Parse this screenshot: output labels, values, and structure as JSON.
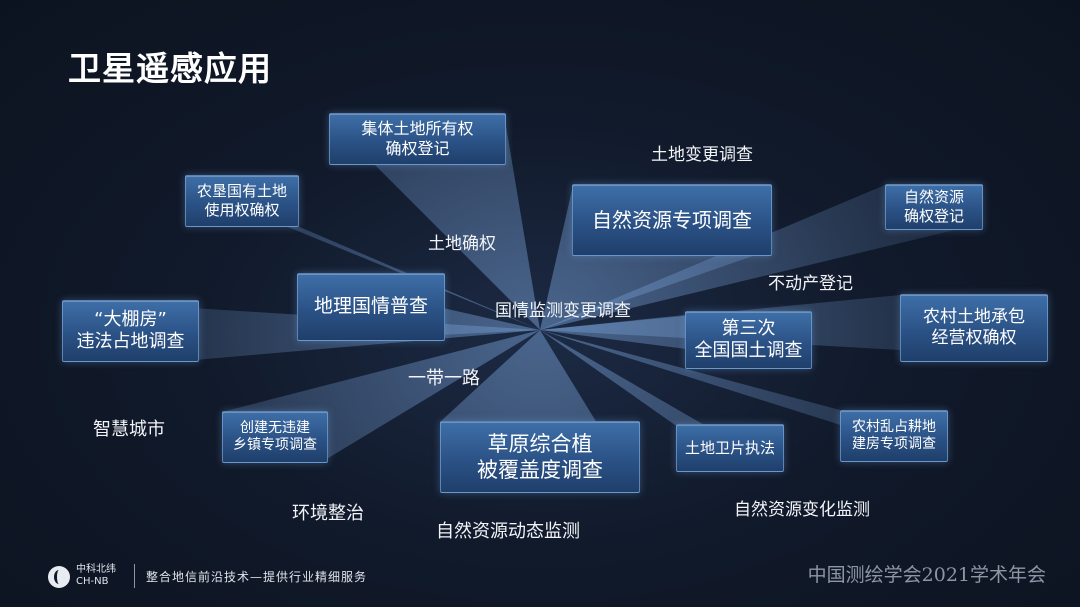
{
  "title": "卫星遥感应用",
  "boxes": {
    "collective_land": "集体土地所有权\n确权登记",
    "farm_state_land": "农垦国有土地\n使用权确权",
    "natural_resource_special": "自然资源专项调查",
    "natural_resource_reg": "自然资源\n确权登记",
    "geo_census": "地理国情普查",
    "greenhouse": "“大棚房”\n违法占地调查",
    "third_survey": "第三次\n全国国土调查",
    "rural_contract": "农村土地承包\n经营权确权",
    "no_illegal_town": "创建无违建\n乡镇专项调查",
    "grassland": "草原综合植\n被覆盖度调查",
    "land_enforcement": "土地卫片执法",
    "rural_occupy": "农村乱占耕地\n建房专项调查"
  },
  "labels": {
    "land_change": "土地变更调查",
    "land_rights": "土地确权",
    "real_estate": "不动产登记",
    "monitoring_change": "国情监测变更调查",
    "belt_road": "一带一路",
    "smart_city": "智慧城市",
    "environment": "环境整治",
    "dynamic_monitor": "自然资源动态监测",
    "change_monitor": "自然资源变化监测"
  },
  "footer": {
    "brand_cn": "中科北纬",
    "brand_en": "CH-NB",
    "slogan": "整合地信前沿技术—提供行业精细服务",
    "conference": "中国测绘学会2021学术年会"
  },
  "colors": {
    "background": "#111a2b",
    "box_fill": "#2b5286",
    "footer_text": "#8d96a5"
  }
}
